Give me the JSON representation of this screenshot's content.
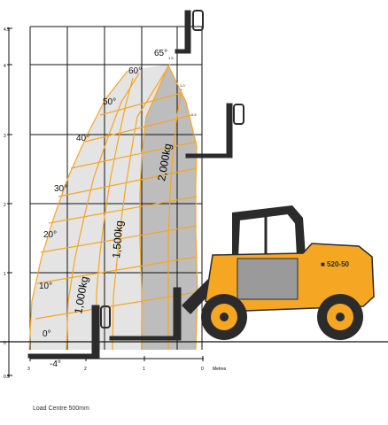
{
  "diagram": {
    "colors": {
      "grid": "#111111",
      "zone_light": "#e4e4e4",
      "zone_dark": "#bdbdbd",
      "arc_lines": "#f6a623",
      "machine_body": "#f5a623",
      "machine_dark": "#2b2b2b"
    },
    "height_ticks": [
      "4.5",
      "4",
      "3",
      "2",
      "1",
      "0",
      "0.5"
    ],
    "reach_ticks": [
      "3",
      "2",
      "1",
      "0"
    ],
    "reach_unit": "Metres",
    "angles": [
      "65°",
      "60°",
      "50°",
      "40°",
      "30°",
      "20°",
      "10°",
      "0°",
      "-4°"
    ],
    "extension_labels": [
      "1.5",
      "1.0",
      "0.5"
    ],
    "load_zones": [
      "1,000kg",
      "1,500kg",
      "2,000kg"
    ],
    "footnote": "Load Centre 500mm",
    "machine": {
      "badge": "■ 520-50",
      "icon": "telehandler-icon"
    }
  }
}
